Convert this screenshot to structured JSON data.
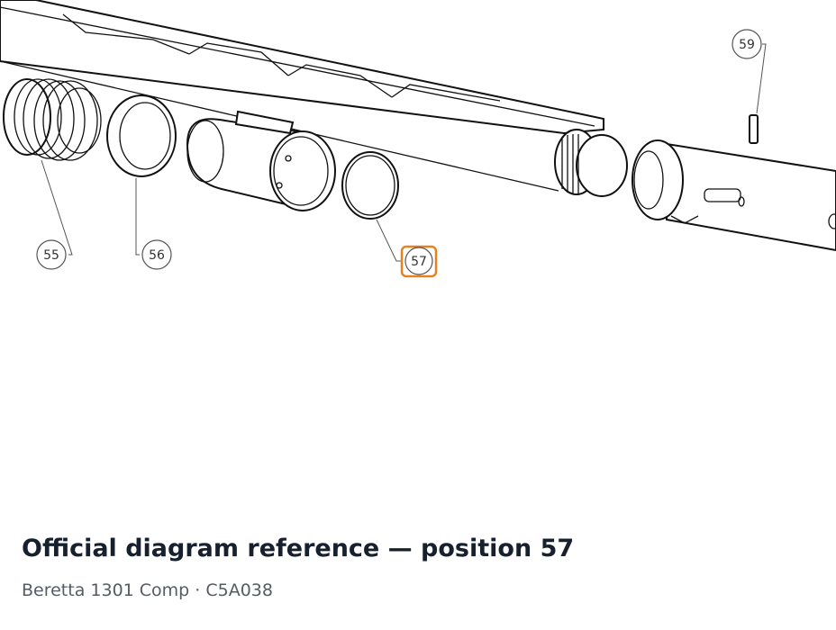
{
  "callouts": {
    "c55": "55",
    "c56": "56",
    "c57": "57",
    "c59": "59"
  },
  "highlight": {
    "position": "57",
    "color": "#e8821e"
  },
  "caption": {
    "title": "Official diagram reference — position 57",
    "subtitle": "Beretta 1301 Comp · C5A038"
  }
}
